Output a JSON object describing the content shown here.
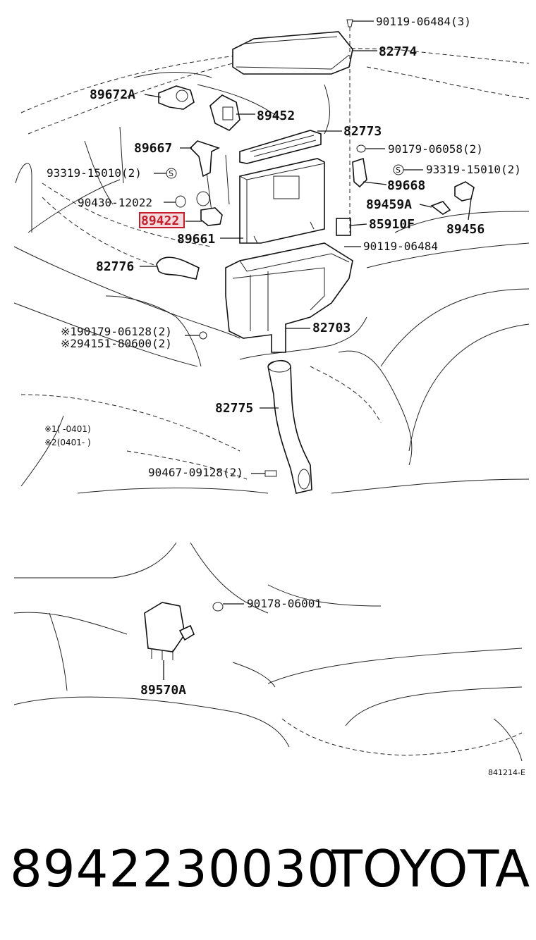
{
  "callouts": {
    "c1": "90119-06484(3)",
    "c2": "82774",
    "c3": "89672A",
    "c4": "89452",
    "c5": "82773",
    "c6": "89667",
    "c7": "90179-06058(2)",
    "c8": "93319-15010(2)",
    "c9": "93319-15010(2)",
    "c10": "89668",
    "c11": "90430-12022",
    "c12": "89459A",
    "c13": "89422",
    "c14": "85910F",
    "c15": "89456",
    "c16": "89661",
    "c17": "90119-06484",
    "c18": "82776",
    "c19": "82703",
    "c20": "※190179-06128(2)",
    "c21": "※294151-80600(2)",
    "c22": "82775",
    "c23": "90467-09128(2)",
    "c24": "90178-06001",
    "c25": "89570A"
  },
  "notes": {
    "n1": "※1(     -0401)",
    "n2": "※2(0401-     )"
  },
  "drawing_code": "841214-E",
  "footer": {
    "part_number": "8942230030",
    "brand": "TOYOTA"
  },
  "colors": {
    "highlight": "#c21f2a"
  }
}
